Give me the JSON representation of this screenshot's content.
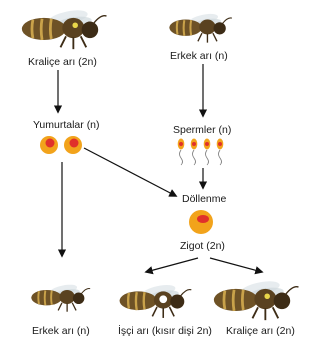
{
  "labels": {
    "queen_top": "Kraliçe arı (2n)",
    "drone_top": "Erkek arı (n)",
    "eggs": "Yumurtalar (n)",
    "sperm": "Spermler (n)",
    "fertilization": "Döllenme",
    "zygote": "Zigot (2n)",
    "drone_bottom": "Erkek arı (n)",
    "worker_bottom": "İşçi arı (kısır dişi 2n)",
    "queen_bottom": "Kraliçe arı (2n)"
  },
  "colors": {
    "cell_body": "#f2a31b",
    "cell_nucleus": "#e0312b",
    "bee_body": "#6e5226",
    "bee_stripe": "#c9a24a",
    "arrow": "#111111"
  }
}
